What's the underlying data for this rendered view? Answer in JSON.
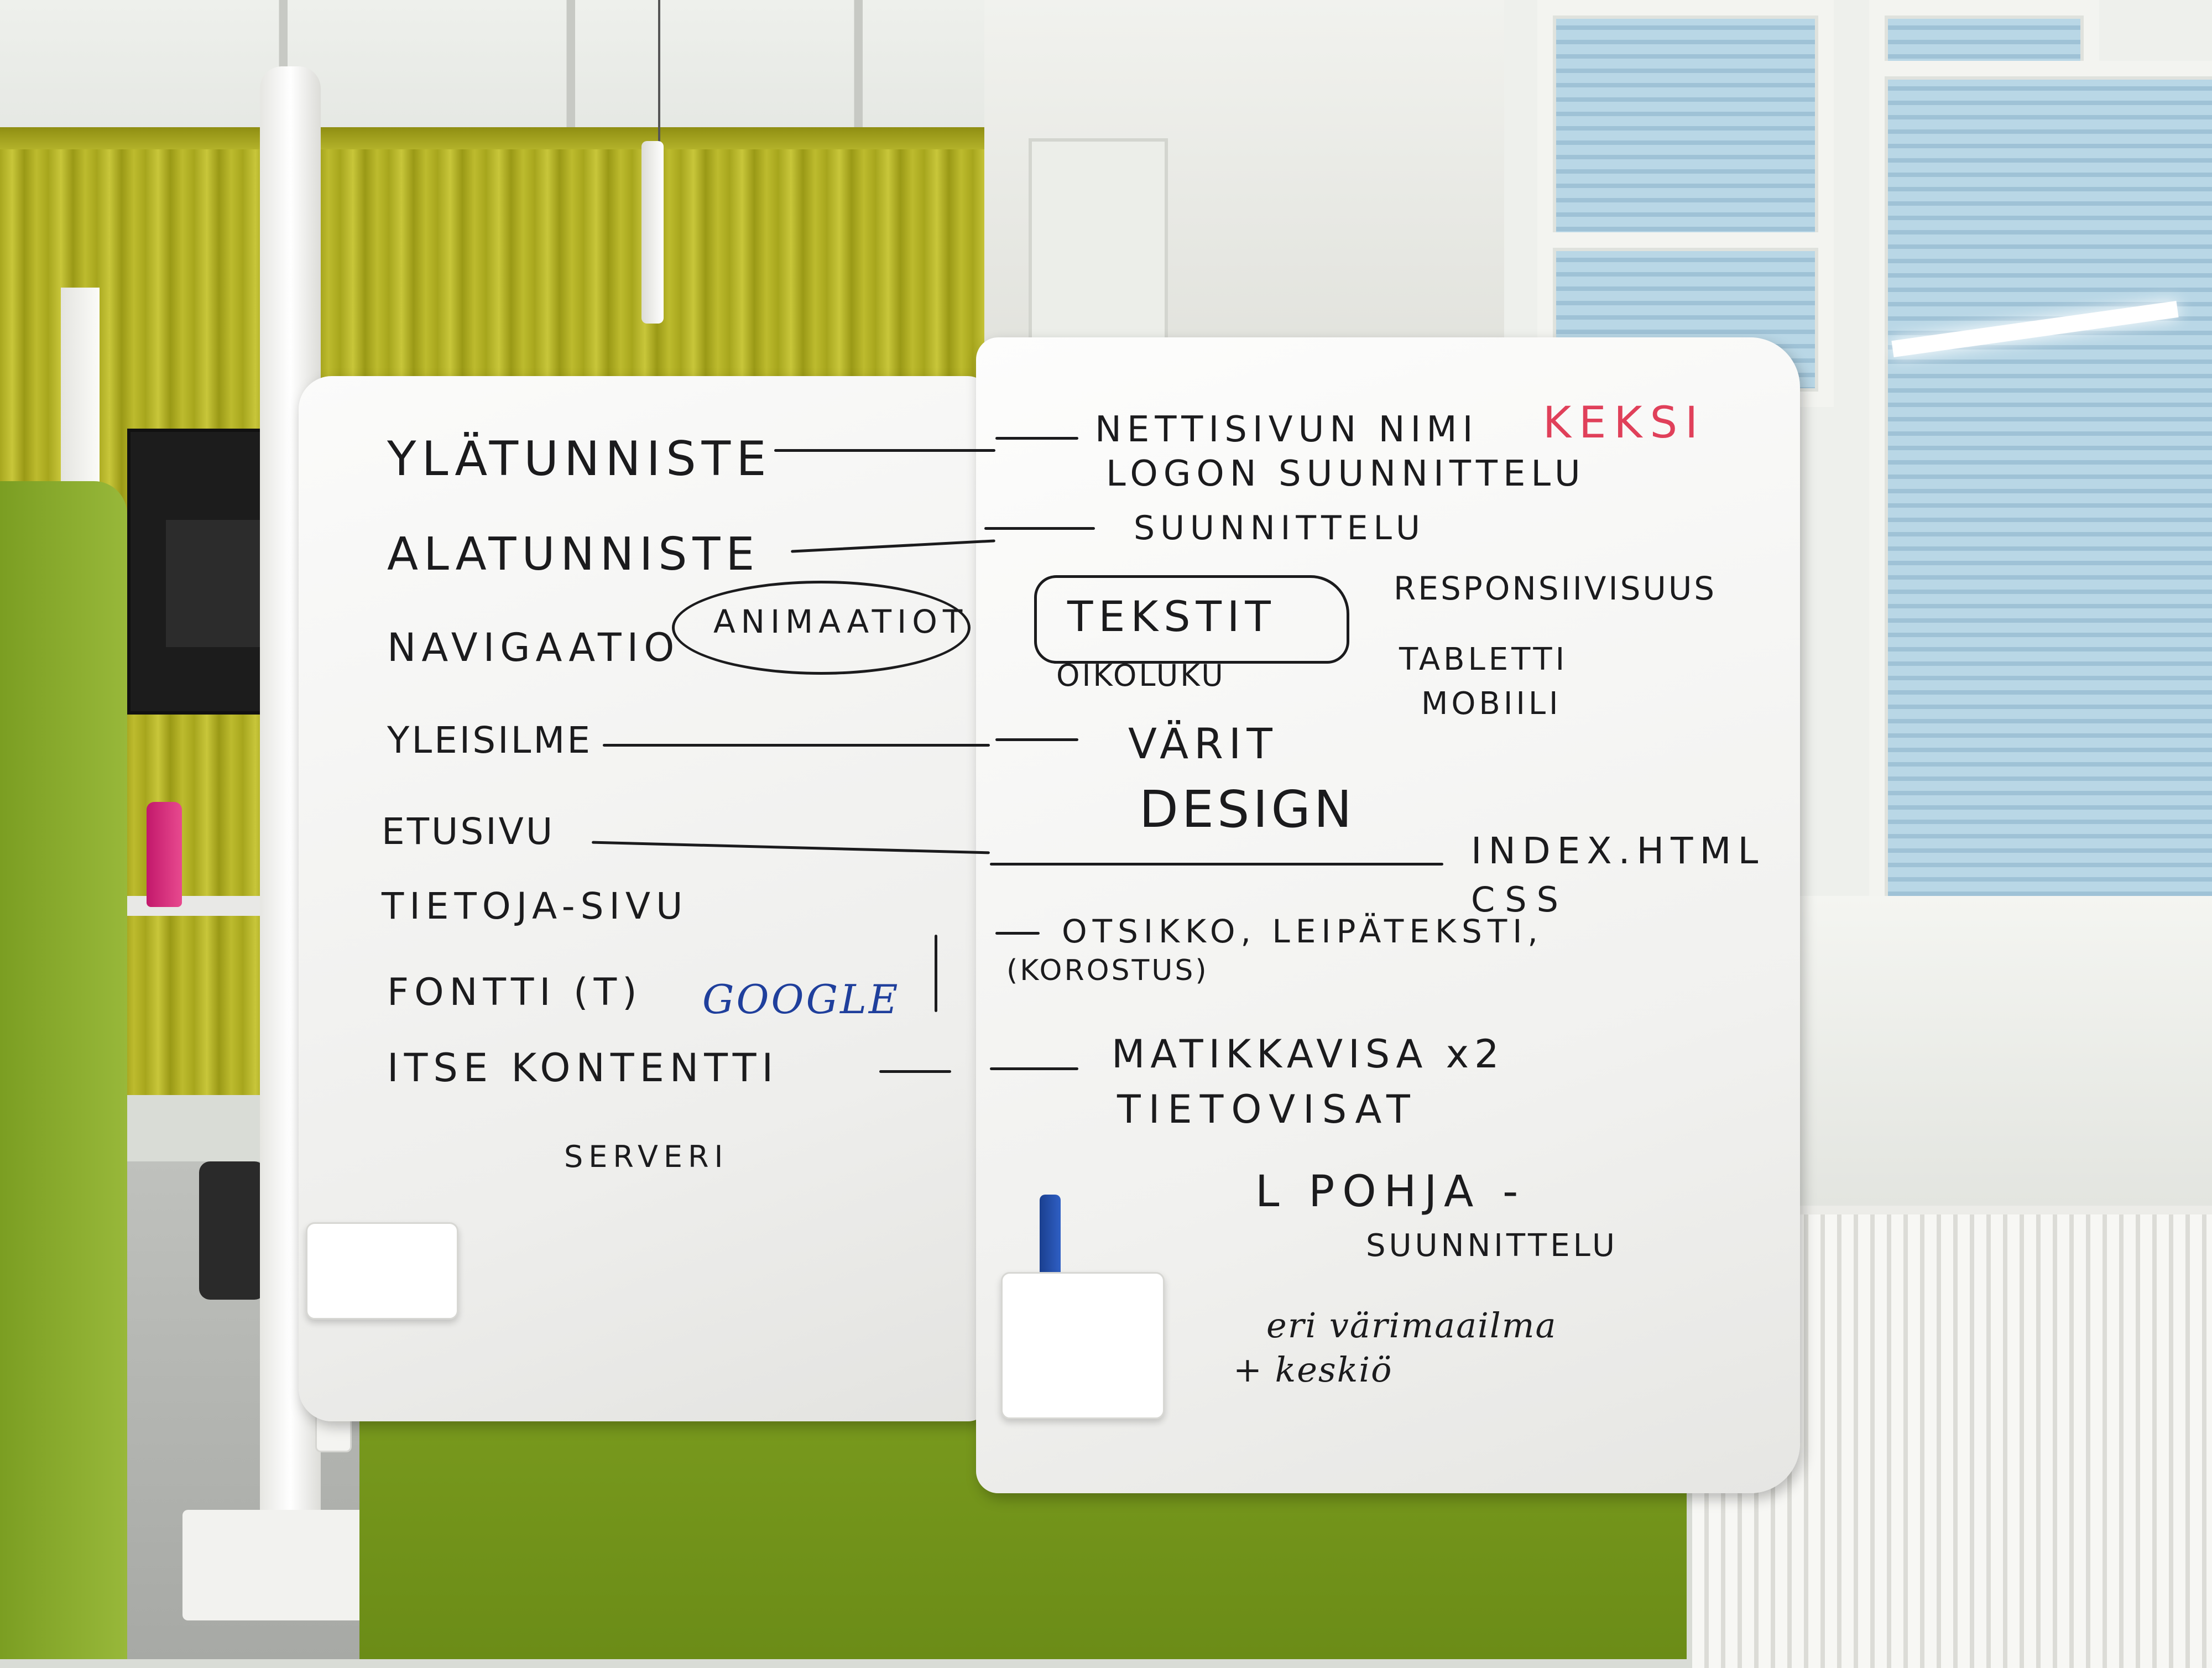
{
  "board": {
    "left": {
      "yla": "YLÄTUNNISTE",
      "ala": "ALATUNNISTE",
      "nav": "NAVIGAATIO",
      "animaatiot": "ANIMAATIOT",
      "yleisilme": "YLEISILME",
      "etusivu": "ETUSIVU",
      "tietoja": "TIETOJA-SIVU",
      "fontti": "FONTTI (T)",
      "google": "GOOGLE",
      "kontentti": "ITSE KONTENTTI",
      "serveri": "SERVERI"
    },
    "right": {
      "nettisivu": "NETTISIVUN NIMI",
      "keksi": "KEKSI",
      "logo": "LOGON SUUNNITTELU",
      "suunnittelu": "SUUNNITTELU",
      "tekstit": "TEKSTIT",
      "oikoluku": "OIKOLUKU",
      "responsiivisuus": "RESPONSIIVISUUS",
      "tabletti": "TABLETTI",
      "mobiili": "MOBIILI",
      "varit": "VÄRIT",
      "design": "DESIGN",
      "index": "INDEX.HTML",
      "css": "CSS",
      "otsikko": "OTSIKKO, LEIPÄTEKSTI,",
      "korostus": "(KOROSTUS)",
      "matikka": "MATIKKAVISA x2",
      "tietovisat": "TIETOVISAT",
      "pohja": "L POHJA -",
      "pohja2": "SUUNNITTELU",
      "vari": "eri värimaailma",
      "keskio": "+ keskiö"
    }
  },
  "colors": {
    "ink_black": "#1b1b1d",
    "ink_blue": "#1f3f9c",
    "ink_red": "#e0405a",
    "curtain": "#b5b32a",
    "felt_green": "#7a9b1e"
  }
}
